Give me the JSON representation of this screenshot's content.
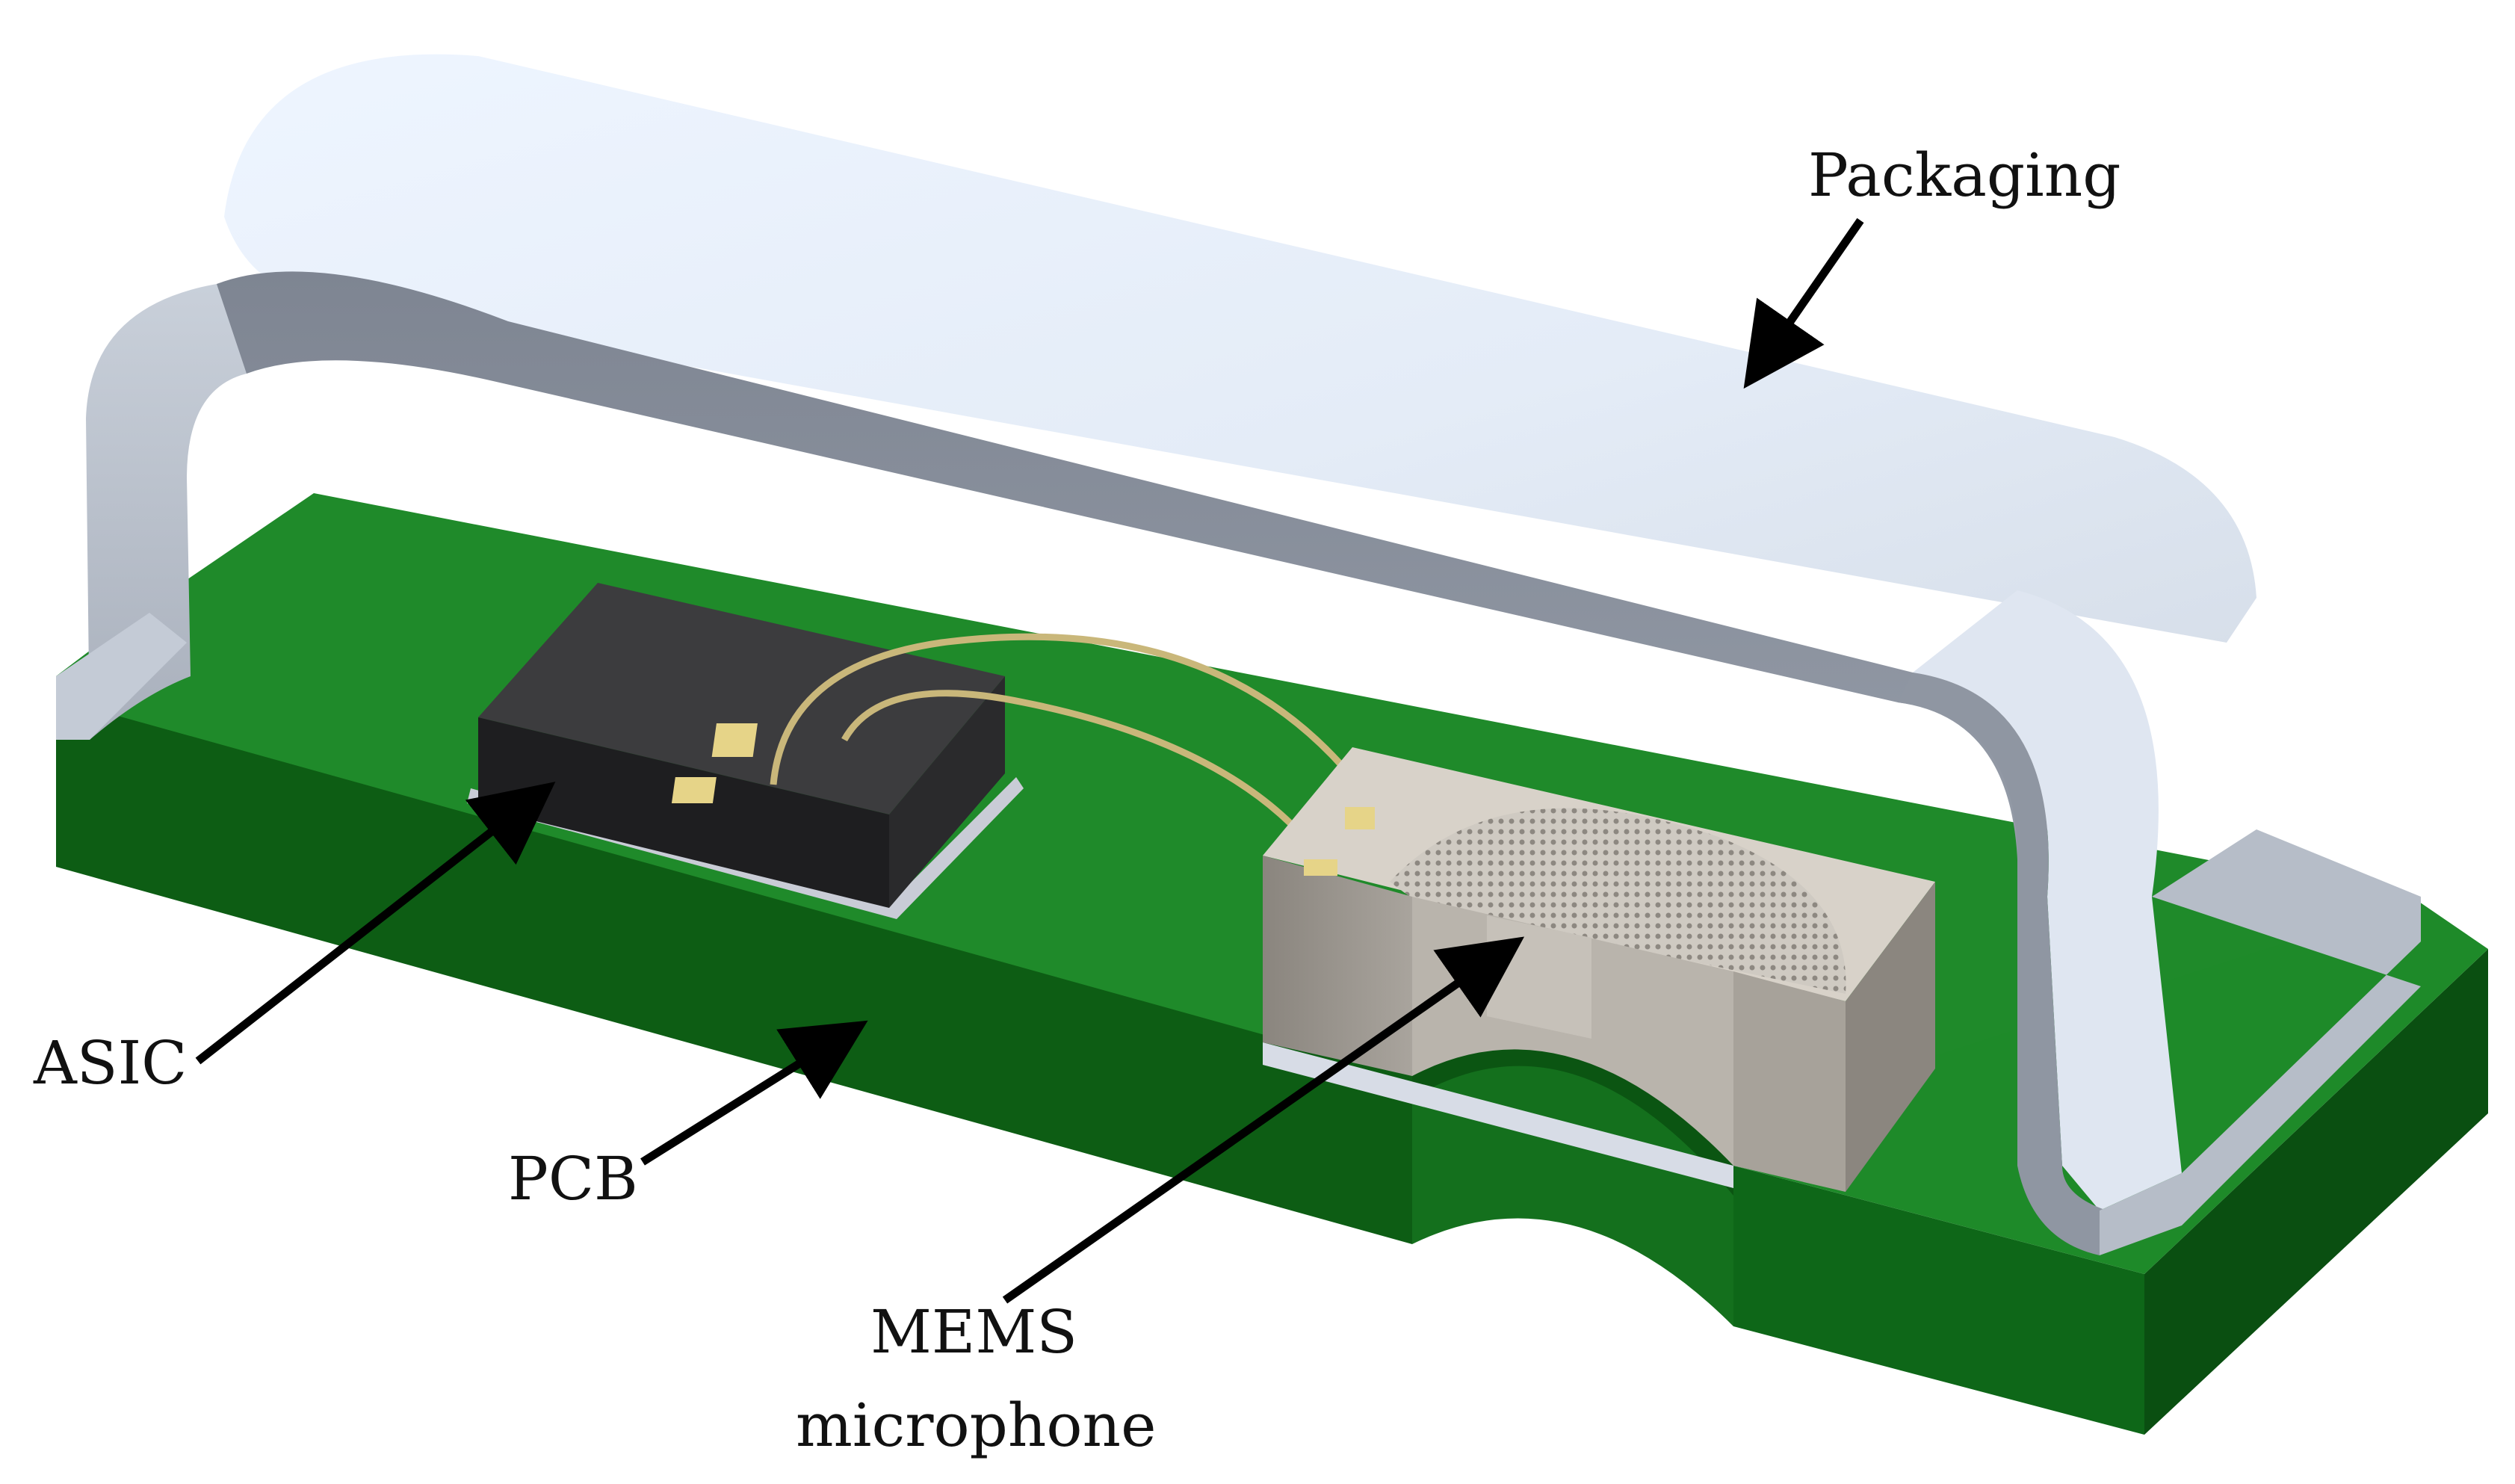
{
  "labels": {
    "packaging": "Packaging",
    "asic": "ASIC",
    "pcb": "PCB",
    "mems_line1": "MEMS",
    "mems_line2": "microphone"
  }
}
